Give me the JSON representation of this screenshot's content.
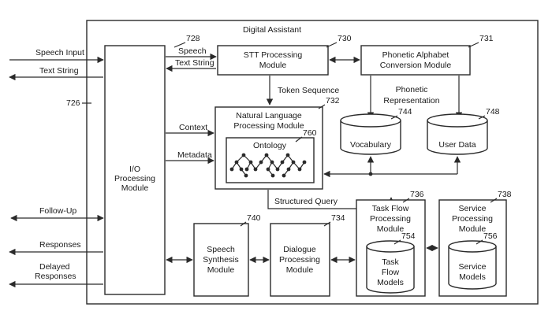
{
  "diagram": {
    "title": "Digital Assistant",
    "inputs": {
      "speech_input": "Speech Input",
      "text_string": "Text String",
      "follow_up": "Follow-Up",
      "responses": "Responses",
      "delayed_1": "Delayed",
      "delayed_2": "Responses"
    },
    "refs": {
      "r726": "726",
      "r728": "728",
      "r730": "730",
      "r731": "731",
      "r732": "732",
      "r760": "760",
      "r744": "744",
      "r748": "748",
      "r736": "736",
      "r754": "754",
      "r738": "738",
      "r756": "756",
      "r740": "740",
      "r734": "734"
    },
    "labels": {
      "speech": "Speech",
      "text_string": "Text String",
      "context": "Context",
      "metadata": "Metadata",
      "token_sequence": "Token Sequence",
      "phonetic_1": "Phonetic",
      "phonetic_2": "Representation",
      "structured_query": "Structured Query"
    },
    "modules": {
      "io_1": "I/O",
      "io_2": "Processing",
      "io_3": "Module",
      "stt_1": "STT Processing",
      "stt_2": "Module",
      "pac_1": "Phonetic Alphabet",
      "pac_2": "Conversion Module",
      "nlp_1": "Natural Language",
      "nlp_2": "Processing Module",
      "ontology": "Ontology",
      "vocabulary": "Vocabulary",
      "user_data": "User Data",
      "speech_syn_1": "Speech",
      "speech_syn_2": "Synthesis",
      "speech_syn_3": "Module",
      "dialogue_1": "Dialogue",
      "dialogue_2": "Processing",
      "dialogue_3": "Module",
      "task_1": "Task Flow",
      "task_2": "Processing",
      "task_3": "Module",
      "task_models_1": "Task",
      "task_models_2": "Flow",
      "task_models_3": "Models",
      "service_1": "Service",
      "service_2": "Processing",
      "service_3": "Module",
      "service_models_1": "Service",
      "service_models_2": "Models"
    }
  }
}
